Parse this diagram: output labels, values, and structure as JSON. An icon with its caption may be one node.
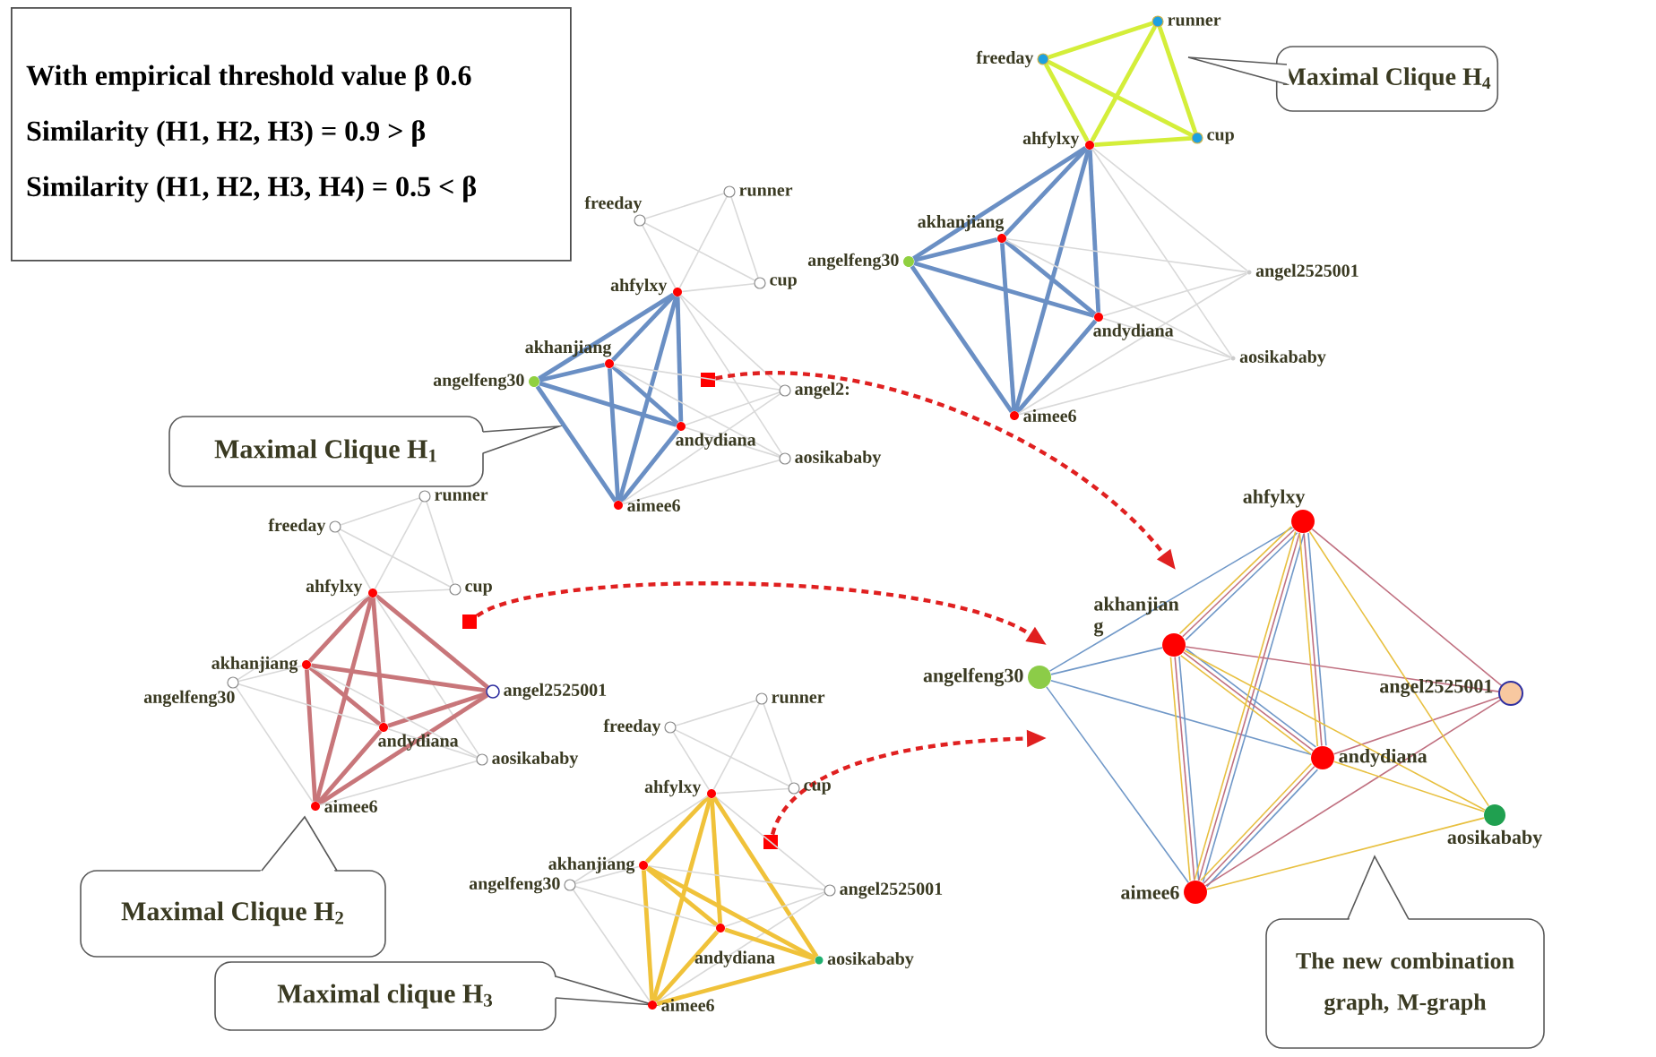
{
  "diagram": {
    "nodes": [
      {
        "text": [
          "With empirical threshold value β 0.6",
          "Similarity (H1, H2, H3) = 0.9 > β",
          "Similarity (H1, H2, H3, H4) = 0.5 < β"
        ]
      },
      {
        "text": [],
        "shape": "circle",
        "beside": [
          "freeday"
        ]
      },
      {
        "text": [],
        "shape": "circle",
        "beside": [
          "runner"
        ]
      },
      {
        "text": [],
        "shape": "circle",
        "beside": [
          "cup"
        ]
      },
      {
        "text": [],
        "shape": "circle",
        "beside": [
          "ahfylxy"
        ]
      },
      {
        "text": [],
        "shape": "circle",
        "beside": [
          "akhanjiang"
        ]
      },
      {
        "text": [],
        "shape": "circle",
        "beside": [
          "angelfeng30"
        ]
      },
      {
        "text": [],
        "shape": "circle",
        "beside": [
          "andydiana"
        ]
      },
      {
        "text": [],
        "shape": "circle",
        "beside": [
          "aimee6"
        ]
      },
      {
        "text": [],
        "shape": "circle",
        "beside": [
          "angel2525001"
        ]
      },
      {
        "text": [],
        "shape": "circle",
        "beside": [
          "aosikababy"
        ]
      },
      {
        "text": [
          "Maximal Clique H$_{4}$"
        ]
      },
      {
        "text": [],
        "shape": "circle",
        "beside": [
          "freeday"
        ]
      },
      {
        "text": [],
        "shape": "circle",
        "beside": [
          "runner"
        ]
      },
      {
        "text": [],
        "shape": "circle",
        "beside": [
          "cup"
        ]
      },
      {
        "text": [],
        "shape": "circle",
        "beside": [
          "ahfylxy"
        ]
      },
      {
        "text": [],
        "shape": "circle",
        "beside": [
          "akhanjiang"
        ]
      },
      {
        "text": [],
        "shape": "circle",
        "beside": [
          "angelfeng30"
        ]
      },
      {
        "text": [],
        "shape": "circle",
        "beside": [
          "andydiana"
        ]
      },
      {
        "text": [],
        "shape": "circle",
        "beside": [
          "aimee6"
        ]
      },
      {
        "text": [],
        "shape": "circle",
        "beside": [
          "angel2:"
        ]
      },
      {
        "text": [],
        "shape": "circle",
        "beside": [
          "aosikababy"
        ]
      },
      {
        "text": [
          "Maximal Clique H$_{1}$"
        ]
      },
      {
        "text": [],
        "shape": "box"
      },
      {
        "text": [],
        "shape": "circle",
        "beside": [
          "freeday"
        ]
      },
      {
        "text": [],
        "shape": "circle",
        "beside": [
          "runner"
        ]
      },
      {
        "text": [],
        "shape": "circle",
        "beside": [
          "cup"
        ]
      },
      {
        "text": [],
        "shape": "circle",
        "beside": [
          "ahfylxy"
        ]
      },
      {
        "text": [],
        "shape": "circle",
        "beside": [
          "akhanjiang"
        ]
      },
      {
        "text": [],
        "shape": "circle",
        "beside": [
          "angelfeng30"
        ]
      },
      {
        "text": [],
        "shape": "circle",
        "beside": [
          "andydiana"
        ]
      },
      {
        "text": [],
        "shape": "circle",
        "beside": [
          "aimee6"
        ]
      },
      {
        "text": [],
        "shape": "circle",
        "beside": [
          "angel2525001"
        ]
      },
      {
        "text": [],
        "shape": "circle",
        "beside": [
          "aosikababy"
        ]
      },
      {
        "text": [],
        "shape": "box"
      },
      {
        "text": [
          "Maximal Clique H$_{2}$"
        ]
      },
      {
        "text": [],
        "shape": "circle",
        "beside": [
          "freeday"
        ]
      },
      {
        "text": [],
        "shape": "circle",
        "beside": [
          "runner"
        ]
      },
      {
        "text": [],
        "shape": "circle",
        "beside": [
          "cup"
        ]
      },
      {
        "text": [],
        "shape": "circle",
        "beside": [
          "ahfylxy"
        ]
      },
      {
        "text": [],
        "shape": "circle",
        "beside": [
          "akhanjiang"
        ]
      },
      {
        "text": [],
        "shape": "circle",
        "beside": [
          "angelfeng30"
        ]
      },
      {
        "text": [],
        "shape": "circle",
        "beside": [
          "andydiana"
        ]
      },
      {
        "text": [],
        "shape": "circle",
        "beside": [
          "aimee6"
        ]
      },
      {
        "text": [],
        "shape": "circle",
        "beside": [
          "angel2525001"
        ]
      },
      {
        "text": [],
        "shape": "circle",
        "beside": [
          "aosikababy"
        ]
      },
      {
        "text": [],
        "shape": "box"
      },
      {
        "text": [
          "Maximal clique H$_{3}$"
        ]
      },
      {
        "text": [],
        "shape": "circle",
        "beside": [
          "ahfylxy"
        ]
      },
      {
        "text": [],
        "shape": "circle",
        "beside": [
          "akhanjian g"
        ]
      },
      {
        "text": [],
        "shape": "circle",
        "beside": [
          "angelfeng30"
        ]
      },
      {
        "text": [],
        "shape": "circle",
        "beside": [
          "andydiana"
        ]
      },
      {
        "text": [],
        "shape": "circle",
        "beside": [
          "aimee6"
        ]
      },
      {
        "text": [],
        "shape": "circle",
        "beside": [
          "angel2525001"
        ]
      },
      {
        "text": [],
        "shape": "circle",
        "beside": [
          "aosikababy"
        ]
      },
      {
        "text": [
          "The new combination graph, M-graph"
        ]
      }
    ],
    "edges": [
      {
        "from": 1,
        "to": 2,
        "arrow": "none",
        "style": "thick",
        "color": "#d4ee3a"
      },
      {
        "from": 1,
        "to": 3,
        "arrow": "none",
        "style": "thick",
        "color": "#d4ee3a"
      },
      {
        "from": 2,
        "to": 3,
        "arrow": "none",
        "style": "thick",
        "color": "#d4ee3a"
      },
      {
        "from": 2,
        "to": 4,
        "arrow": "none",
        "style": "thick",
        "color": "#d4ee3a"
      },
      {
        "from": 1,
        "to": 4,
        "arrow": "none",
        "style": "thick",
        "color": "#d4ee3a"
      },
      {
        "from": 3,
        "to": 4,
        "arrow": "none",
        "style": "thick",
        "color": "#d4ee3a"
      },
      {
        "from": 4,
        "to": 5,
        "arrow": "none",
        "style": "thick",
        "color": "#6a8fc4"
      },
      {
        "from": 4,
        "to": 6,
        "arrow": "none",
        "style": "thick",
        "color": "#6a8fc4"
      },
      {
        "from": 4,
        "to": 7,
        "arrow": "none",
        "style": "thick",
        "color": "#6a8fc4"
      },
      {
        "from": 4,
        "to": 8,
        "arrow": "none",
        "style": "thick",
        "color": "#6a8fc4"
      },
      {
        "from": 5,
        "to": 6,
        "arrow": "none",
        "style": "thick",
        "color": "#6a8fc4"
      },
      {
        "from": 5,
        "to": 7,
        "arrow": "none",
        "style": "thick",
        "color": "#6a8fc4"
      },
      {
        "from": 5,
        "to": 8,
        "arrow": "none",
        "style": "thick",
        "color": "#6a8fc4"
      },
      {
        "from": 6,
        "to": 7,
        "arrow": "none",
        "style": "thick",
        "color": "#6a8fc4"
      },
      {
        "from": 6,
        "to": 8,
        "arrow": "none",
        "style": "thick",
        "color": "#6a8fc4"
      },
      {
        "from": 7,
        "to": 8,
        "arrow": "none",
        "style": "thick",
        "color": "#6a8fc4"
      },
      {
        "from": 4,
        "to": 9,
        "arrow": "none"
      },
      {
        "from": 4,
        "to": 10,
        "arrow": "none"
      },
      {
        "from": 5,
        "to": 9,
        "arrow": "none"
      },
      {
        "from": 7,
        "to": 9,
        "arrow": "none"
      },
      {
        "from": 8,
        "to": 9,
        "arrow": "none"
      },
      {
        "from": 8,
        "to": 10,
        "arrow": "none"
      },
      {
        "from": 7,
        "to": 10,
        "arrow": "none"
      },
      {
        "from": 5,
        "to": 10,
        "arrow": "none"
      },
      {
        "from": 12,
        "to": 13,
        "arrow": "none"
      },
      {
        "from": 12,
        "to": 14,
        "arrow": "none"
      },
      {
        "from": 13,
        "to": 14,
        "arrow": "none"
      },
      {
        "from": 13,
        "to": 15,
        "arrow": "none"
      },
      {
        "from": 12,
        "to": 15,
        "arrow": "none"
      },
      {
        "from": 14,
        "to": 15,
        "arrow": "none"
      },
      {
        "from": 15,
        "to": 16,
        "arrow": "none",
        "style": "thick",
        "color": "#6a8fc4"
      },
      {
        "from": 15,
        "to": 17,
        "arrow": "none",
        "style": "thick",
        "color": "#6a8fc4"
      },
      {
        "from": 15,
        "to": 18,
        "arrow": "none",
        "style": "thick",
        "color": "#6a8fc4"
      },
      {
        "from": 15,
        "to": 19,
        "arrow": "none",
        "style": "thick",
        "color": "#6a8fc4"
      },
      {
        "from": 16,
        "to": 17,
        "arrow": "none",
        "style": "thick",
        "color": "#6a8fc4"
      },
      {
        "from": 16,
        "to": 18,
        "arrow": "none",
        "style": "thick",
        "color": "#6a8fc4"
      },
      {
        "from": 16,
        "to": 19,
        "arrow": "none",
        "style": "thick",
        "color": "#6a8fc4"
      },
      {
        "from": 17,
        "to": 18,
        "arrow": "none",
        "style": "thick",
        "color": "#6a8fc4"
      },
      {
        "from": 17,
        "to": 19,
        "arrow": "none",
        "style": "thick",
        "color": "#6a8fc4"
      },
      {
        "from": 18,
        "to": 19,
        "arrow": "none",
        "style": "thick",
        "color": "#6a8fc4"
      },
      {
        "from": 15,
        "to": 20,
        "arrow": "none"
      },
      {
        "from": 15,
        "to": 21,
        "arrow": "none"
      },
      {
        "from": 16,
        "to": 20,
        "arrow": "none"
      },
      {
        "from": 18,
        "to": 20,
        "arrow": "none"
      },
      {
        "from": 19,
        "to": 20,
        "arrow": "none"
      },
      {
        "from": 19,
        "to": 21,
        "arrow": "none"
      },
      {
        "from": 18,
        "to": 21,
        "arrow": "none"
      },
      {
        "from": 16,
        "to": 21,
        "arrow": "none"
      },
      {
        "from": 24,
        "to": 25,
        "arrow": "none"
      },
      {
        "from": 24,
        "to": 26,
        "arrow": "none"
      },
      {
        "from": 25,
        "to": 26,
        "arrow": "none"
      },
      {
        "from": 25,
        "to": 27,
        "arrow": "none"
      },
      {
        "from": 24,
        "to": 27,
        "arrow": "none"
      },
      {
        "from": 26,
        "to": 27,
        "arrow": "none"
      },
      {
        "from": 27,
        "to": 28,
        "arrow": "none",
        "style": "thick",
        "color": "#c8767a"
      },
      {
        "from": 27,
        "to": 29,
        "arrow": "none"
      },
      {
        "from": 27,
        "to": 30,
        "arrow": "none",
        "style": "thick",
        "color": "#c8767a"
      },
      {
        "from": 27,
        "to": 31,
        "arrow": "none",
        "style": "thick",
        "color": "#c8767a"
      },
      {
        "from": 28,
        "to": 29,
        "arrow": "none"
      },
      {
        "from": 28,
        "to": 30,
        "arrow": "none",
        "style": "thick",
        "color": "#c8767a"
      },
      {
        "from": 28,
        "to": 31,
        "arrow": "none",
        "style": "thick",
        "color": "#c8767a"
      },
      {
        "from": 29,
        "to": 30,
        "arrow": "none"
      },
      {
        "from": 29,
        "to": 31,
        "arrow": "none"
      },
      {
        "from": 30,
        "to": 31,
        "arrow": "none",
        "style": "thick",
        "color": "#c8767a"
      },
      {
        "from": 27,
        "to": 32,
        "arrow": "none",
        "style": "thick",
        "color": "#c8767a"
      },
      {
        "from": 27,
        "to": 33,
        "arrow": "none"
      },
      {
        "from": 28,
        "to": 32,
        "arrow": "none",
        "style": "thick",
        "color": "#c8767a"
      },
      {
        "from": 30,
        "to": 32,
        "arrow": "none",
        "style": "thick",
        "color": "#c8767a"
      },
      {
        "from": 31,
        "to": 32,
        "arrow": "none",
        "style": "thick",
        "color": "#c8767a"
      },
      {
        "from": 31,
        "to": 33,
        "arrow": "none"
      },
      {
        "from": 30,
        "to": 33,
        "arrow": "none"
      },
      {
        "from": 28,
        "to": 33,
        "arrow": "none"
      },
      {
        "from": 36,
        "to": 37,
        "arrow": "none"
      },
      {
        "from": 36,
        "to": 38,
        "arrow": "none"
      },
      {
        "from": 37,
        "to": 38,
        "arrow": "none"
      },
      {
        "from": 37,
        "to": 39,
        "arrow": "none"
      },
      {
        "from": 36,
        "to": 39,
        "arrow": "none"
      },
      {
        "from": 38,
        "to": 39,
        "arrow": "none"
      },
      {
        "from": 39,
        "to": 40,
        "arrow": "none",
        "style": "thick",
        "color": "#f0c23a"
      },
      {
        "from": 39,
        "to": 41,
        "arrow": "none"
      },
      {
        "from": 39,
        "to": 42,
        "arrow": "none",
        "style": "thick",
        "color": "#f0c23a"
      },
      {
        "from": 39,
        "to": 43,
        "arrow": "none",
        "style": "thick",
        "color": "#f0c23a"
      },
      {
        "from": 40,
        "to": 41,
        "arrow": "none"
      },
      {
        "from": 40,
        "to": 42,
        "arrow": "none",
        "style": "thick",
        "color": "#f0c23a"
      },
      {
        "from": 40,
        "to": 43,
        "arrow": "none",
        "style": "thick",
        "color": "#f0c23a"
      },
      {
        "from": 41,
        "to": 42,
        "arrow": "none"
      },
      {
        "from": 41,
        "to": 43,
        "arrow": "none"
      },
      {
        "from": 42,
        "to": 43,
        "arrow": "none",
        "style": "thick",
        "color": "#f0c23a"
      },
      {
        "from": 39,
        "to": 44,
        "arrow": "none"
      },
      {
        "from": 39,
        "to": 45,
        "arrow": "none",
        "style": "thick",
        "color": "#f0c23a"
      },
      {
        "from": 40,
        "to": 44,
        "arrow": "none"
      },
      {
        "from": 42,
        "to": 44,
        "arrow": "none"
      },
      {
        "from": 43,
        "to": 44,
        "arrow": "none"
      },
      {
        "from": 43,
        "to": 45,
        "arrow": "none",
        "style": "thick",
        "color": "#f0c23a"
      },
      {
        "from": 42,
        "to": 45,
        "arrow": "none",
        "style": "thick",
        "color": "#f0c23a"
      },
      {
        "from": 40,
        "to": 45,
        "arrow": "none",
        "style": "thick",
        "color": "#f0c23a"
      },
      {
        "from": 48,
        "to": 49,
        "arrow": "none",
        "color": "#7098c8"
      },
      {
        "from": 48,
        "to": 50,
        "arrow": "none",
        "color": "#7098c8"
      },
      {
        "from": 48,
        "to": 51,
        "arrow": "none",
        "color": "#7098c8"
      },
      {
        "from": 48,
        "to": 52,
        "arrow": "none",
        "color": "#7098c8"
      },
      {
        "from": 49,
        "to": 50,
        "arrow": "none",
        "color": "#7098c8"
      },
      {
        "from": 49,
        "to": 51,
        "arrow": "none",
        "color": "#7098c8"
      },
      {
        "from": 49,
        "to": 52,
        "arrow": "none",
        "color": "#7098c8"
      },
      {
        "from": 50,
        "to": 51,
        "arrow": "none",
        "color": "#7098c8"
      },
      {
        "from": 50,
        "to": 52,
        "arrow": "none",
        "color": "#7098c8"
      },
      {
        "from": 51,
        "to": 52,
        "arrow": "none",
        "color": "#7098c8"
      },
      {
        "from": 48,
        "to": 49,
        "arrow": "none",
        "color": "#c07080"
      },
      {
        "from": 48,
        "to": 51,
        "arrow": "none",
        "color": "#c07080"
      },
      {
        "from": 48,
        "to": 52,
        "arrow": "none",
        "color": "#c07080"
      },
      {
        "from": 49,
        "to": 51,
        "arrow": "none",
        "color": "#c07080"
      },
      {
        "from": 49,
        "to": 52,
        "arrow": "none",
        "color": "#c07080"
      },
      {
        "from": 51,
        "to": 52,
        "arrow": "none",
        "color": "#c07080"
      },
      {
        "from": 48,
        "to": 53,
        "arrow": "none",
        "color": "#c07080"
      },
      {
        "from": 49,
        "to": 53,
        "arrow": "none",
        "color": "#c07080"
      },
      {
        "from": 51,
        "to": 53,
        "arrow": "none",
        "color": "#c07080"
      },
      {
        "from": 52,
        "to": 53,
        "arrow": "none",
        "color": "#c07080"
      },
      {
        "from": 48,
        "to": 49,
        "arrow": "none",
        "color": "#e8c040"
      },
      {
        "from": 48,
        "to": 51,
        "arrow": "none",
        "color": "#e8c040"
      },
      {
        "from": 48,
        "to": 52,
        "arrow": "none",
        "color": "#e8c040"
      },
      {
        "from": 49,
        "to": 51,
        "arrow": "none",
        "color": "#e8c040"
      },
      {
        "from": 49,
        "to": 52,
        "arrow": "none",
        "color": "#e8c040"
      },
      {
        "from": 51,
        "to": 52,
        "arrow": "none",
        "color": "#e8c040"
      },
      {
        "from": 48,
        "to": 54,
        "arrow": "none",
        "color": "#e8c040"
      },
      {
        "from": 52,
        "to": 54,
        "arrow": "none",
        "color": "#e8c040"
      },
      {
        "from": 51,
        "to": 54,
        "arrow": "none",
        "color": "#e8c040"
      },
      {
        "from": 49,
        "to": 54,
        "arrow": "none",
        "color": "#e8c040"
      },
      {
        "from": 23,
        "to": null,
        "arrow": "to",
        "style": "dashed",
        "color": "#e02020"
      },
      {
        "from": 34,
        "to": null,
        "arrow": "to",
        "style": "dashed",
        "color": "#e02020"
      },
      {
        "from": 46,
        "to": null,
        "arrow": "to",
        "style": "dashed",
        "color": "#e02020"
      }
    ]
  }
}
